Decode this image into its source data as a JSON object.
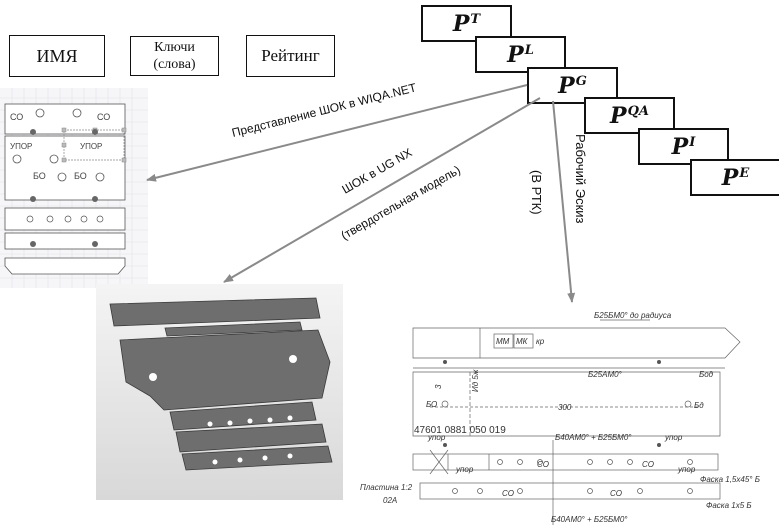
{
  "header_boxes": {
    "name": "ИМЯ",
    "keywords_line1": "Ключи",
    "keywords_line2": "(слова)",
    "rating": "Рейтинг"
  },
  "levels": [
    {
      "base": "P",
      "sup": "T"
    },
    {
      "base": "P",
      "sup": "L"
    },
    {
      "base": "P",
      "sup": "G"
    },
    {
      "base": "P",
      "sup": "QA"
    },
    {
      "base": "P",
      "sup": "I"
    },
    {
      "base": "P",
      "sup": "E"
    }
  ],
  "arrows": {
    "wiqa": "Представление ШОК в WIQA.NET",
    "ugnx_line1": "ШОК в UG NX",
    "ugnx_line2": "(твердотельная модель)",
    "sketch_line1": "Рабочий Эскиз",
    "sketch_line2": "(В РТК)"
  },
  "wiqa_view": {
    "so1": "СО",
    "so2": "СО",
    "upor1": "УПОР",
    "upor2": "УПОР",
    "bo1": "БО",
    "bo2": "БО"
  },
  "sketch": {
    "top_note": "Б25БМ0° до радиуса",
    "mm": "ММ",
    "mk": "МК",
    "kr": "кр",
    "b25amo": "Б25АМ0°",
    "bod": "Бод",
    "bo": "БО",
    "bd": "Бд",
    "dim_300": "300",
    "part_number": "47601 0881 050 019",
    "b40": "Б40АМ0° + Б25БМ0°",
    "co1": "СО",
    "co2": "СО",
    "co3": "СО",
    "co4": "СО",
    "faska1": "Фаска 1,5х45° Б",
    "faska2": "Фаска 1х5 Б",
    "plastina": "Пластина 1:2",
    "o2a": "02А",
    "upor_a": "упор",
    "upor_b": "упор",
    "upor_c": "упор",
    "upor_d": "упор",
    "bottom_note": "Б40АМ0° + Б25БМ0°",
    "v_left": "3",
    "v_mid": "Ид 5ж"
  }
}
